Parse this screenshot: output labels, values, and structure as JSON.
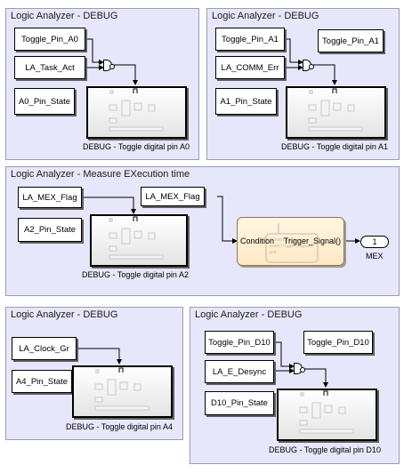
{
  "areas": {
    "a0": {
      "title": "Logic Analyzer - DEBUG"
    },
    "a1": {
      "title": "Logic Analyzer - DEBUG"
    },
    "mex": {
      "title": "Logic Analyzer - Measure EXecution time"
    },
    "a4": {
      "title": "Logic Analyzer - DEBUG"
    },
    "d10": {
      "title": "Logic Analyzer - DEBUG"
    }
  },
  "blocks": {
    "a0_toggle": "Toggle_Pin_A0",
    "a0_task": "LA_Task_Act",
    "a0_state": "A0_Pin_State",
    "a1_toggle": "Toggle_Pin_A1",
    "a1_toggle_goto": "Toggle_Pin_A1",
    "a1_comm": "LA_COMM_Err",
    "a1_state": "A1_Pin_State",
    "mex_flag_from": "LA_MEX_Flag",
    "mex_flag_goto": "LA_MEX_Flag",
    "a2_state": "A2_Pin_State",
    "a4_clock": "LA_Clock_Gr",
    "a4_state": "A4_Pin_State",
    "d10_toggle": "Toggle_Pin_D10",
    "d10_toggle_goto": "Toggle_Pin_D10",
    "d10_desync": "LA_E_Desync",
    "d10_state": "D10_Pin_State"
  },
  "subsystems": {
    "a0": "DEBUG - Toggle digital pin A0",
    "a1": "DEBUG - Toggle digital pin A1",
    "a2": "DEBUG - Toggle digital pin A2",
    "a4": "DEBUG - Toggle digital pin A4",
    "d10": "DEBUG - Toggle digital pin D10"
  },
  "chart": {
    "in_port": "Condition",
    "out_port": "Trigger_Signal()"
  },
  "outport": {
    "number": "1",
    "name": "MEX"
  },
  "colors": {
    "area_bg": "#e7e7fb",
    "chart_bg": "#ffe9c4"
  }
}
